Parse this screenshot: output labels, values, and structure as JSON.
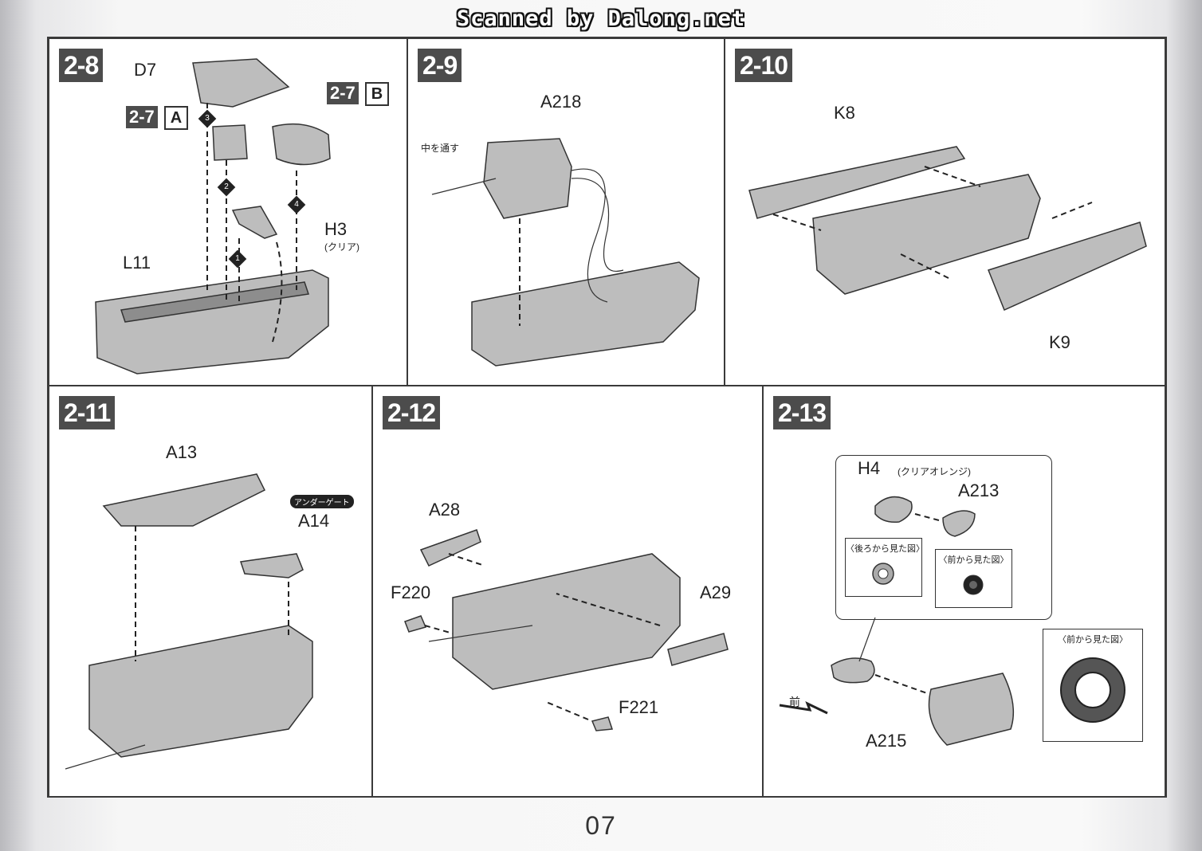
{
  "header": {
    "scan_credit": "Scanned by Dalong.net"
  },
  "page": {
    "number": "07"
  },
  "steps": {
    "s2_8": {
      "step_label": "2-8",
      "d7": "D7",
      "sub_a_step": "2-7",
      "sub_a_letter": "A",
      "sub_b_step": "2-7",
      "sub_b_letter": "B",
      "h3": "H3",
      "h3_note": "(クリア)",
      "l11": "L11",
      "seq": [
        "1",
        "2",
        "3",
        "4"
      ]
    },
    "s2_9": {
      "step_label": "2-9",
      "a218": "A218",
      "thread_note": "中を通す"
    },
    "s2_10": {
      "step_label": "2-10",
      "k8": "K8",
      "k9": "K9"
    },
    "s2_11": {
      "step_label": "2-11",
      "a13": "A13",
      "under_gate": "アンダーゲート",
      "a14": "A14"
    },
    "s2_12": {
      "step_label": "2-12",
      "a28": "A28",
      "f220": "F220",
      "a29": "A29",
      "f221": "F221"
    },
    "s2_13": {
      "step_label": "2-13",
      "h4": "H4",
      "h4_note": "(クリアオレンジ)",
      "a213": "A213",
      "rear_view": "〈後ろから見た図〉",
      "front_view_1": "〈前から見た図〉",
      "front_view_2": "〈前から見た図〉",
      "front": "前",
      "a215": "A215"
    }
  },
  "colors": {
    "part_fill": "#bdbdbd",
    "step_badge": "#4c4c4c",
    "line": "#333333"
  }
}
